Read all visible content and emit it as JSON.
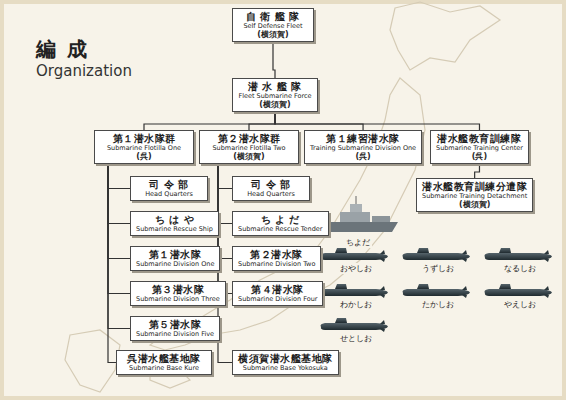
{
  "diagram": {
    "title": "編 成",
    "nodes": [
      {
        "text": [
          "自 衛 艦 隊",
          "Self Defense Fleet",
          "(横須賀)"
        ]
      },
      {
        "text": [
          "潜 水 艦 隊",
          "Fleet Submarine Force",
          "(横須賀)"
        ]
      },
      {
        "text": [
          "第１潜水隊群",
          "Submarine Flotilla One",
          "(呉)"
        ]
      },
      {
        "text": [
          "第２潜水隊群",
          "Submarine Flotilla Two",
          "(横須賀)"
        ]
      },
      {
        "text": [
          "第１練習潜水隊",
          "Training Submarine Division One",
          "(呉)"
        ]
      },
      {
        "text": [
          "潜水艦教育訓練隊",
          "Submarine Training Center",
          "(呉)"
        ]
      },
      {
        "text": [
          "司 令 部",
          "Head Quarters"
        ]
      },
      {
        "text": [
          "ち は や",
          "Submarine Rescue Ship"
        ]
      },
      {
        "text": [
          "第１潜水隊",
          "Submarine Division One"
        ]
      },
      {
        "text": [
          "第３潜水隊",
          "Submarine Division Three"
        ]
      },
      {
        "text": [
          "第５潜水隊",
          "Submarine Division Five"
        ]
      },
      {
        "text": [
          "呉潜水艦基地隊",
          "Submarine Base Kure"
        ]
      },
      {
        "text": [
          "司 令 部",
          "Head Quarters"
        ]
      },
      {
        "text": [
          "ち よ だ",
          "Submarine Rescue Tender"
        ]
      },
      {
        "text": [
          "第２潜水隊",
          "Submarine Division Two"
        ]
      },
      {
        "text": [
          "第４潜水隊",
          "Submarine Division Four"
        ]
      },
      {
        "text": [
          "横須賀潜水艦基地隊",
          "Submarine Base Yokosuka"
        ]
      },
      {
        "text": [
          "潜水艦教育訓練分遣隊",
          "Submarine Training Detachment",
          "(横須賀)"
        ]
      }
    ],
    "edges": [
      {
        "from": 0,
        "to": 1,
        "arrow": "none"
      },
      {
        "from": 1,
        "to": 2,
        "arrow": "none"
      },
      {
        "from": 1,
        "to": 3,
        "arrow": "none"
      },
      {
        "from": 1,
        "to": 4,
        "arrow": "none"
      },
      {
        "from": 1,
        "to": 5,
        "arrow": "none"
      },
      {
        "from": 2,
        "to": 6,
        "arrow": "none"
      },
      {
        "from": 2,
        "to": 7,
        "arrow": "none"
      },
      {
        "from": 2,
        "to": 8,
        "arrow": "none"
      },
      {
        "from": 2,
        "to": 9,
        "arrow": "none"
      },
      {
        "from": 2,
        "to": 10,
        "arrow": "none"
      },
      {
        "from": 2,
        "to": 11,
        "arrow": "none"
      },
      {
        "from": 3,
        "to": 12,
        "arrow": "none"
      },
      {
        "from": 3,
        "to": 13,
        "arrow": "none"
      },
      {
        "from": 3,
        "to": 14,
        "arrow": "none"
      },
      {
        "from": 3,
        "to": 15,
        "arrow": "none"
      },
      {
        "from": 3,
        "to": 16,
        "arrow": "none"
      },
      {
        "from": 5,
        "to": 17,
        "arrow": "none"
      }
    ],
    "labels": [
      "Organization",
      "ちよだ",
      "おやしお",
      "うずしお",
      "なるしお",
      "わかしお",
      "たかしお",
      "やえしお",
      "せとしお"
    ]
  }
}
